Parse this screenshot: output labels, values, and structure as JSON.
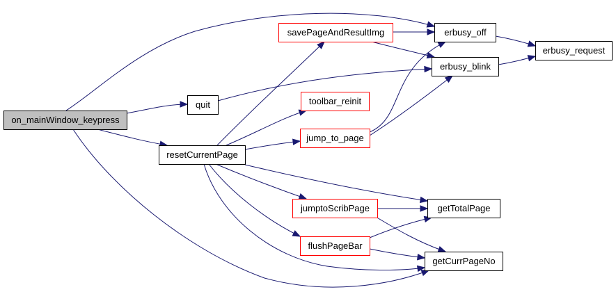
{
  "colors": {
    "root_fill": "#bfbfbf",
    "node_fill": "#ffffff",
    "black_border": "#000000",
    "red_border": "#ff0000",
    "edge": "#191970"
  },
  "nodes": [
    {
      "id": "on_mainWindow_keypress",
      "label": "on_mainWindow_keypress",
      "style": "root"
    },
    {
      "id": "quit",
      "label": "quit",
      "style": "black"
    },
    {
      "id": "resetCurrentPage",
      "label": "resetCurrentPage",
      "style": "black"
    },
    {
      "id": "savePageAndResultImg",
      "label": "savePageAndResultImg",
      "style": "red"
    },
    {
      "id": "toolbar_reinit",
      "label": "toolbar_reinit",
      "style": "red"
    },
    {
      "id": "jump_to_page",
      "label": "jump_to_page",
      "style": "red"
    },
    {
      "id": "jumptoScribPage",
      "label": "jumptoScribPage",
      "style": "red"
    },
    {
      "id": "flushPageBar",
      "label": "flushPageBar",
      "style": "red"
    },
    {
      "id": "erbusy_off",
      "label": "erbusy_off",
      "style": "black"
    },
    {
      "id": "erbusy_blink",
      "label": "erbusy_blink",
      "style": "black"
    },
    {
      "id": "erbusy_request",
      "label": "erbusy_request",
      "style": "black"
    },
    {
      "id": "getTotalPage",
      "label": "getTotalPage",
      "style": "black"
    },
    {
      "id": "getCurrPageNo",
      "label": "getCurrPageNo",
      "style": "black"
    }
  ],
  "edges": [
    {
      "from": "on_mainWindow_keypress",
      "to": "erbusy_off"
    },
    {
      "from": "on_mainWindow_keypress",
      "to": "quit"
    },
    {
      "from": "on_mainWindow_keypress",
      "to": "resetCurrentPage"
    },
    {
      "from": "on_mainWindow_keypress",
      "to": "getCurrPageNo"
    },
    {
      "from": "quit",
      "to": "erbusy_blink"
    },
    {
      "from": "resetCurrentPage",
      "to": "savePageAndResultImg"
    },
    {
      "from": "resetCurrentPage",
      "to": "toolbar_reinit"
    },
    {
      "from": "resetCurrentPage",
      "to": "jump_to_page"
    },
    {
      "from": "resetCurrentPage",
      "to": "jumptoScribPage"
    },
    {
      "from": "resetCurrentPage",
      "to": "flushPageBar"
    },
    {
      "from": "resetCurrentPage",
      "to": "getTotalPage"
    },
    {
      "from": "resetCurrentPage",
      "to": "getCurrPageNo"
    },
    {
      "from": "savePageAndResultImg",
      "to": "erbusy_off"
    },
    {
      "from": "savePageAndResultImg",
      "to": "erbusy_blink"
    },
    {
      "from": "jump_to_page",
      "to": "erbusy_off"
    },
    {
      "from": "jump_to_page",
      "to": "erbusy_blink"
    },
    {
      "from": "erbusy_off",
      "to": "erbusy_request"
    },
    {
      "from": "erbusy_blink",
      "to": "erbusy_request"
    },
    {
      "from": "jumptoScribPage",
      "to": "getTotalPage"
    },
    {
      "from": "jumptoScribPage",
      "to": "getCurrPageNo"
    },
    {
      "from": "flushPageBar",
      "to": "getTotalPage"
    },
    {
      "from": "flushPageBar",
      "to": "getCurrPageNo"
    }
  ]
}
